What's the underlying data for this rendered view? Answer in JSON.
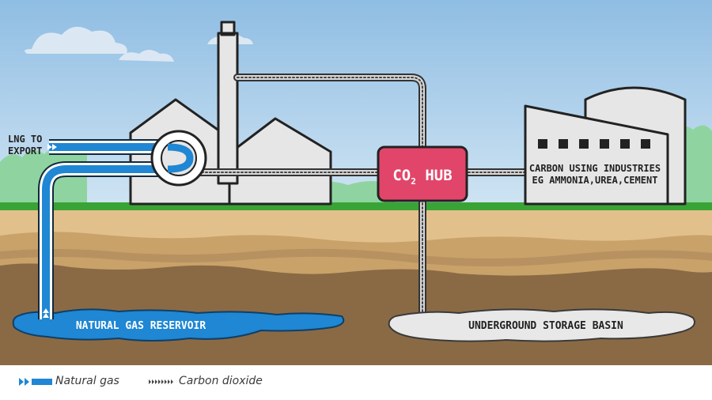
{
  "labels": {
    "lng_line1": "LNG TO",
    "lng_line2": "EXPORT",
    "hub_co": "CO",
    "hub_sub": "2",
    "hub_rest": " HUB",
    "industries_line1": "CARBON USING INDUSTRIES",
    "industries_line2": "EG AMMONIA,UREA,CEMENT",
    "reservoir": "NATURAL GAS RESERVOIR",
    "storage": "UNDERGROUND STORAGE BASIN"
  },
  "legend": {
    "natural_gas": "Natural gas",
    "carbon_dioxide": "Carbon dioxide"
  },
  "colors": {
    "sky": "#a9cdea",
    "grass": "#3aa335",
    "soil_light": "#e2c08c",
    "soil_mid": "#c9a26a",
    "soil_dark": "#8a6a45",
    "gas_blue": "#1f87d3",
    "hub_pink": "#e2456a",
    "building_grey": "#e6e6e6"
  },
  "icons": {
    "natural_gas": "double-chevron-pipe-icon",
    "carbon_dioxide": "dotted-arrow-pipe-icon"
  }
}
